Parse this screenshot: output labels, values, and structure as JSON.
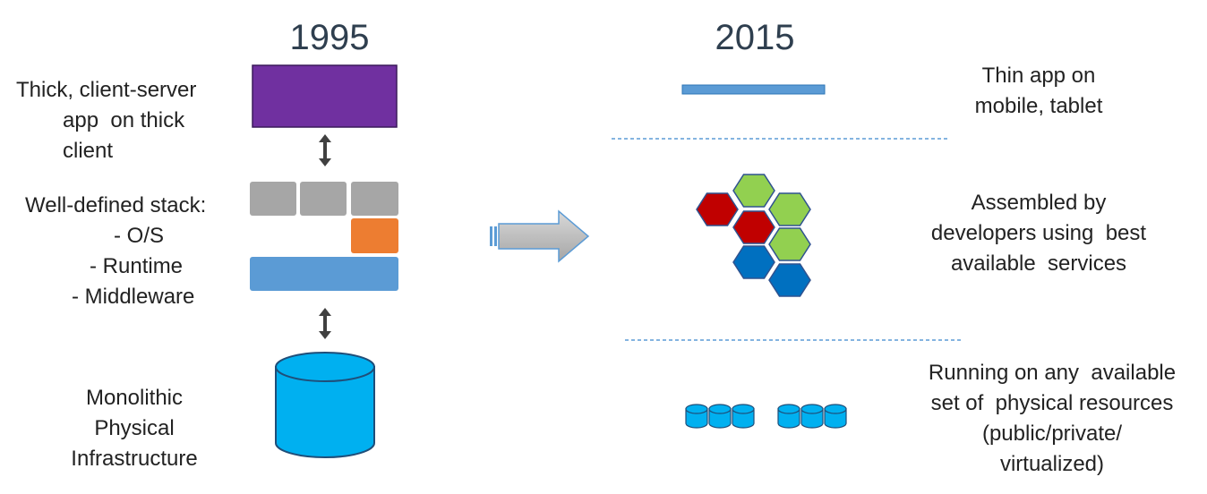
{
  "left_column": {
    "year": "1995",
    "app_label": [
      "Thick, client-server",
      "app  on thick",
      "client"
    ],
    "stack_label": [
      "Well-defined stack:",
      "- O/S",
      "- Runtime",
      "- Middleware"
    ],
    "infra_label": [
      "Monolithic",
      "Physical",
      "Infrastructure"
    ]
  },
  "right_column": {
    "year": "2015",
    "app_label": [
      "Thin app on",
      "mobile, tablet"
    ],
    "services_label": [
      "Assembled by",
      "developers using  best",
      "available  services"
    ],
    "resources_label": [
      "Running on any  available",
      "set of  physical resources",
      "(public/private/",
      "virtualized)"
    ]
  },
  "colors": {
    "app_block": "#7030a0",
    "stack_gray": "#a6a6a6",
    "stack_orange": "#ed7d31",
    "stack_blue": "#5b9bd5",
    "database": "#00b0f0",
    "hex_red": "#c00000",
    "hex_green": "#92d050",
    "hex_blue": "#0070c0",
    "arrow": "#bfbfbf",
    "divider": "#5b9bd5"
  }
}
